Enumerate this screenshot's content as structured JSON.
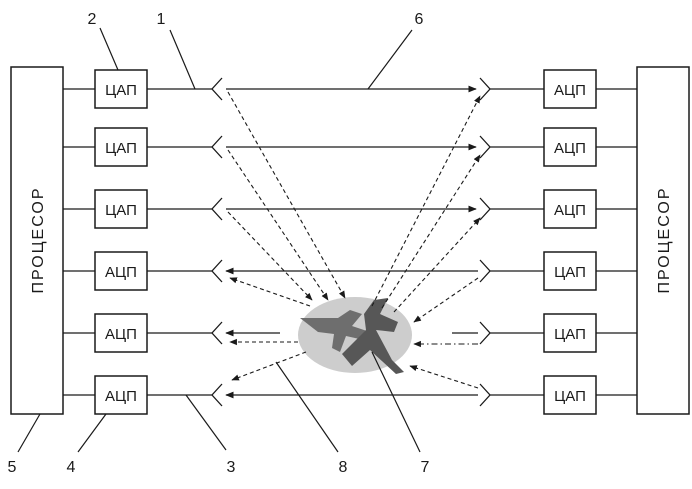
{
  "left_processor": {
    "label": "ПРОЦЕСОР"
  },
  "right_processor": {
    "label": "ПРОЦЕСОР"
  },
  "left_blocks": [
    "ЦАП",
    "ЦАП",
    "ЦАП",
    "АЦП",
    "АЦП",
    "АЦП"
  ],
  "right_blocks": [
    "АЦП",
    "АЦП",
    "АЦП",
    "ЦАП",
    "ЦАП",
    "ЦАП"
  ],
  "callouts": {
    "n1": "1",
    "n2": "2",
    "n3": "3",
    "n4": "4",
    "n5": "5",
    "n6": "6",
    "n7": "7",
    "n8": "8"
  },
  "colors": {
    "line": "#1a1a1a",
    "target_ellipse": "#c8c8c8",
    "aircraft": "#6b6b6b"
  }
}
